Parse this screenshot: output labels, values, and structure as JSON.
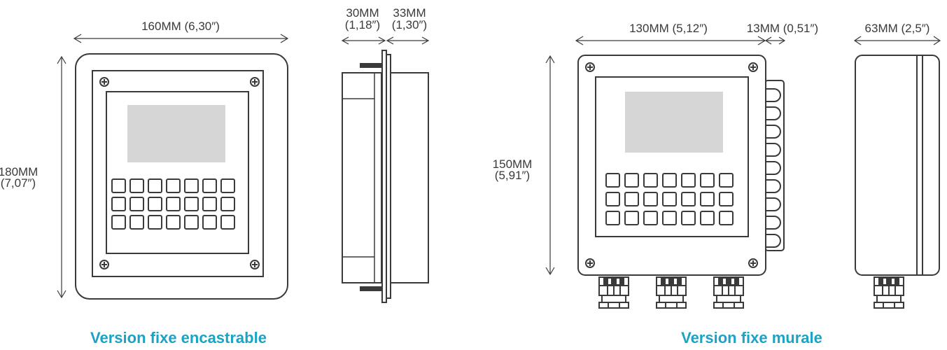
{
  "flush": {
    "width_label": "160MM (6,30″)",
    "height_label_1": "180MM",
    "height_label_2": "(7,07″)",
    "side_a_1": "30MM",
    "side_a_2": "(1,18″)",
    "side_b_1": "33MM",
    "side_b_2": "(1,30″)",
    "caption": "Version fixe encastrable"
  },
  "wall": {
    "width_label": "130MM (5,12″)",
    "clip_label": "13MM (0,51″)",
    "depth_label": "63MM (2,5″)",
    "height_label_1": "150MM",
    "height_label_2": "(5,91″)",
    "caption": "Version fixe murale"
  },
  "colors": {
    "line": "#3a3a3a",
    "screen": "#d6d6d6",
    "caption": "#1aa3c4"
  }
}
